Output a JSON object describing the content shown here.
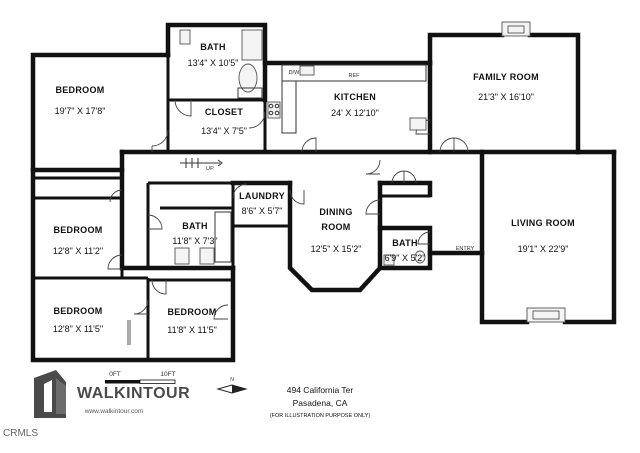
{
  "rooms": {
    "bath_top": {
      "name": "BATH",
      "dims": "13'4\" X 10'5\""
    },
    "bedroom_nw": {
      "name": "BEDROOM",
      "dims": "19'7\" X 17'8\""
    },
    "closet": {
      "name": "CLOSET",
      "dims": "13'4\" X 7'5\""
    },
    "kitchen": {
      "name": "KITCHEN",
      "dims": "24' X 12'10\""
    },
    "family_room": {
      "name": "FAMILY ROOM",
      "dims": "21'3\" X 16'10\""
    },
    "bedroom_w": {
      "name": "BEDROOM",
      "dims": "12'8\" X 11'2\""
    },
    "laundry": {
      "name": "LAUNDRY",
      "dims": "8'6\" X 5'7\""
    },
    "bath_mid": {
      "name": "BATH",
      "dims": "11'8\" X 7'3\""
    },
    "dining": {
      "name_line1": "DINING",
      "name_line2": "ROOM",
      "dims": "12'5\" X 15'2\""
    },
    "bath_small": {
      "name": "BATH",
      "dims": "6'9\" X 5'2\""
    },
    "living_room": {
      "name": "LIVING ROOM",
      "dims": "19'1\" X 22'9\""
    },
    "bedroom_sw": {
      "name": "BEDROOM",
      "dims": "12'8\" X 11'5\""
    },
    "bedroom_s": {
      "name": "BEDROOM",
      "dims": "11'8\" X 11'5\""
    }
  },
  "fixtures": {
    "dw": "D/W",
    "ref": "REF",
    "up": "UP",
    "entry": "ENTRY"
  },
  "scale": {
    "start": "0FT",
    "end": "10FT"
  },
  "brand": {
    "name": "WALKINTOUR",
    "url": "www.walkintour.com"
  },
  "property": {
    "address_line1": "494 California Ter",
    "address_line2": "Pasadena, CA",
    "disclaimer": "(FOR ILLUSTRATION PURPOSE ONLY)"
  },
  "watermark": "CRMLS",
  "colors": {
    "walls": "#111111",
    "logo": "#4a4a4a",
    "background": "#ffffff"
  }
}
